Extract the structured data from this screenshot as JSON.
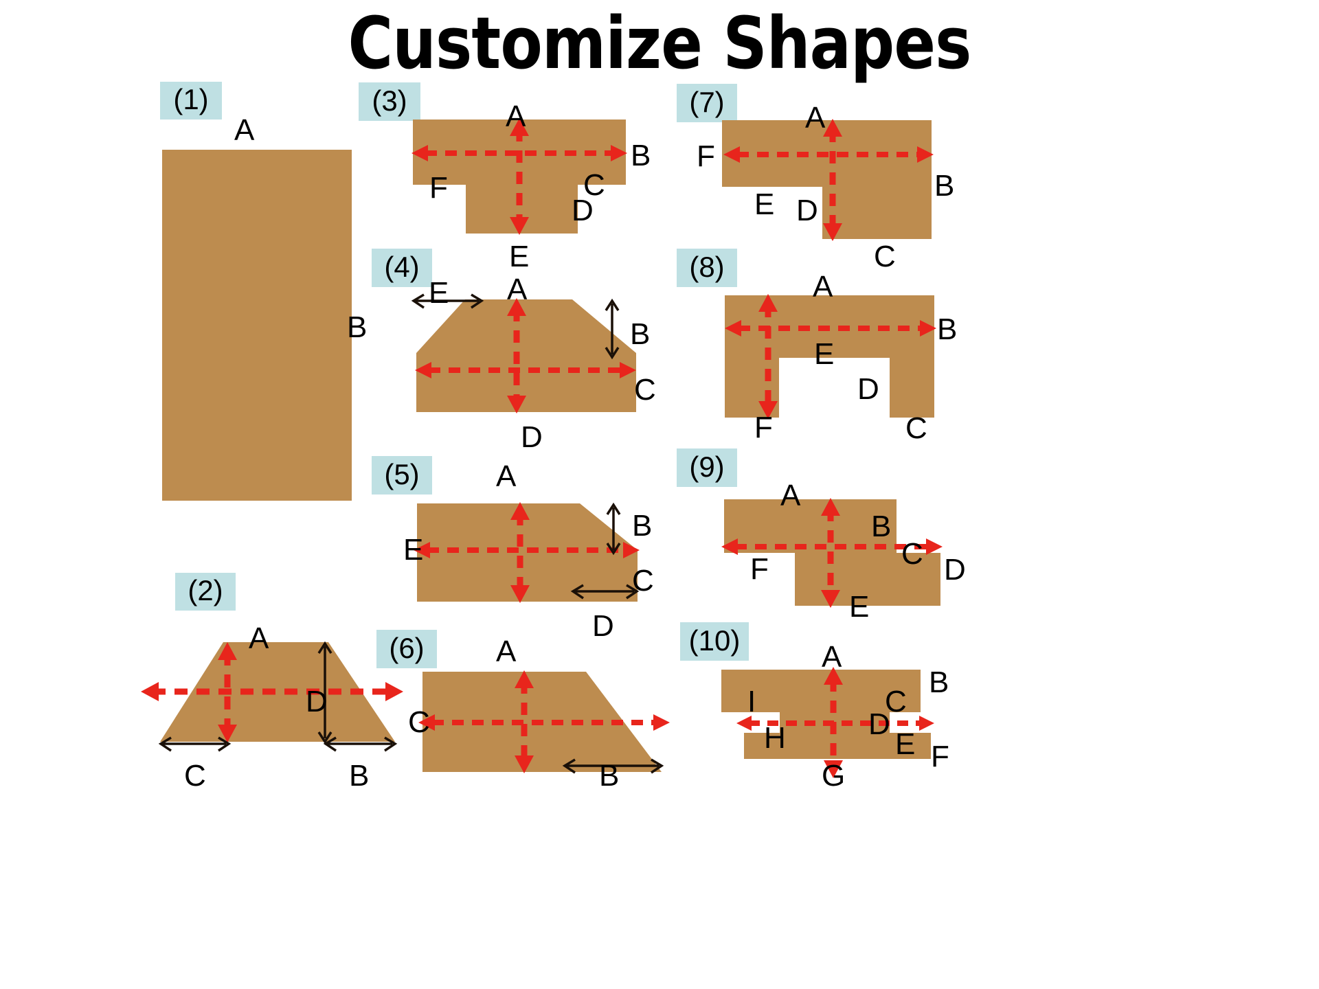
{
  "header": {
    "title": "Customize Shapes"
  },
  "colors": {
    "background": "#ffffff",
    "shape_fill": "#bd8c4f",
    "badge_bg": "#bfe0e3",
    "dim_arrow_red": "#e8251c",
    "dim_arrow_black": "#000000",
    "label_text": "#000000"
  },
  "shapes": [
    {
      "id": "1",
      "badge": "(1)",
      "type": "rectangle",
      "labels": [
        "A",
        "B"
      ]
    },
    {
      "id": "2",
      "badge": "(2)",
      "type": "trapezoid",
      "labels": [
        "A",
        "D",
        "C",
        "B"
      ]
    },
    {
      "id": "3",
      "badge": "(3)",
      "type": "t-notch",
      "labels": [
        "A",
        "B",
        "F",
        "C",
        "D",
        "E"
      ]
    },
    {
      "id": "4",
      "badge": "(4)",
      "type": "chamfered-trapezoid",
      "labels": [
        "E",
        "A",
        "B",
        "C",
        "D"
      ]
    },
    {
      "id": "5",
      "badge": "(5)",
      "type": "right-chamfer",
      "labels": [
        "A",
        "B",
        "E",
        "C",
        "D"
      ]
    },
    {
      "id": "6",
      "badge": "(6)",
      "type": "right-triangle-slope",
      "labels": [
        "A",
        "C",
        "B"
      ]
    },
    {
      "id": "7",
      "badge": "(7)",
      "type": "step-notch",
      "labels": [
        "A",
        "F",
        "B",
        "E",
        "D",
        "C"
      ]
    },
    {
      "id": "8",
      "badge": "(8)",
      "type": "u-channel",
      "labels": [
        "A",
        "B",
        "E",
        "D",
        "F",
        "C"
      ]
    },
    {
      "id": "9",
      "badge": "(9)",
      "type": "z-step",
      "labels": [
        "A",
        "B",
        "C",
        "F",
        "D",
        "E"
      ]
    },
    {
      "id": "10",
      "badge": "(10)",
      "type": "double-notch",
      "labels": [
        "A",
        "B",
        "C",
        "I",
        "D",
        "H",
        "E",
        "F",
        "G"
      ]
    }
  ]
}
